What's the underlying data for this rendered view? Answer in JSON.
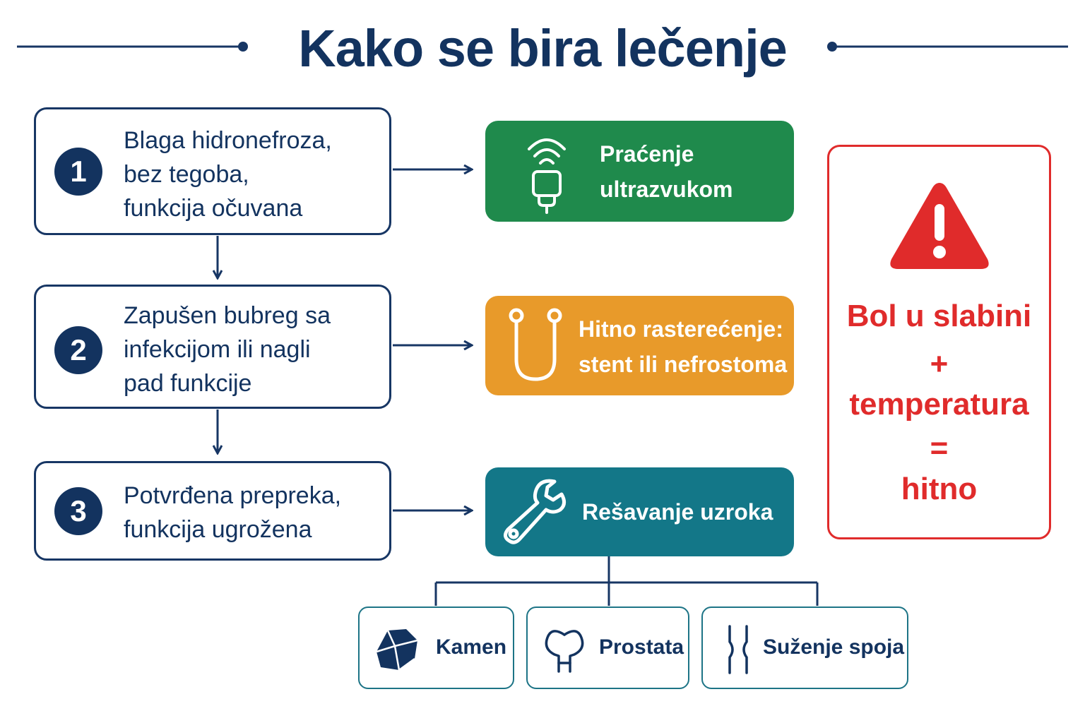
{
  "title": "Kako se bira lečenje",
  "steps": [
    {
      "number": "1",
      "lines": [
        "Blaga hidronefroza,",
        "bez tegoba,",
        "funkcija očuvana"
      ]
    },
    {
      "number": "2",
      "lines": [
        "Zapušen bubreg sa",
        "infekcijom ili nagli",
        "pad funkcije"
      ]
    },
    {
      "number": "3",
      "lines": [
        "Potvrđena prepreka,",
        "funkcija ugrožena"
      ]
    }
  ],
  "actions": [
    {
      "lines": [
        "Praćenje",
        "ultrazvukom"
      ],
      "icon": "ultrasound-probe-icon",
      "color": "#1f8a4c"
    },
    {
      "lines": [
        "Hitno rasterećenje:",
        "stent ili nefrostoma"
      ],
      "icon": "stent-icon",
      "color": "#e89a2a"
    },
    {
      "lines": [
        "Rešavanje uzroka"
      ],
      "icon": "wrench-icon",
      "color": "#137788"
    }
  ],
  "causes": [
    {
      "label": "Kamen",
      "icon": "stone-icon"
    },
    {
      "label": "Prostata",
      "icon": "prostate-icon"
    },
    {
      "label": "Suženje spoja",
      "icon": "narrowing-icon"
    }
  ],
  "alert": {
    "lines": [
      "Bol u slabini",
      "+",
      "temperatura",
      "=",
      "hitno"
    ],
    "icon": "warning-triangle-icon",
    "color": "#e02b2b"
  },
  "colors": {
    "navy": "#13335f",
    "green": "#1f8a4c",
    "orange": "#e89a2a",
    "teal": "#137788",
    "red": "#e02b2b"
  }
}
